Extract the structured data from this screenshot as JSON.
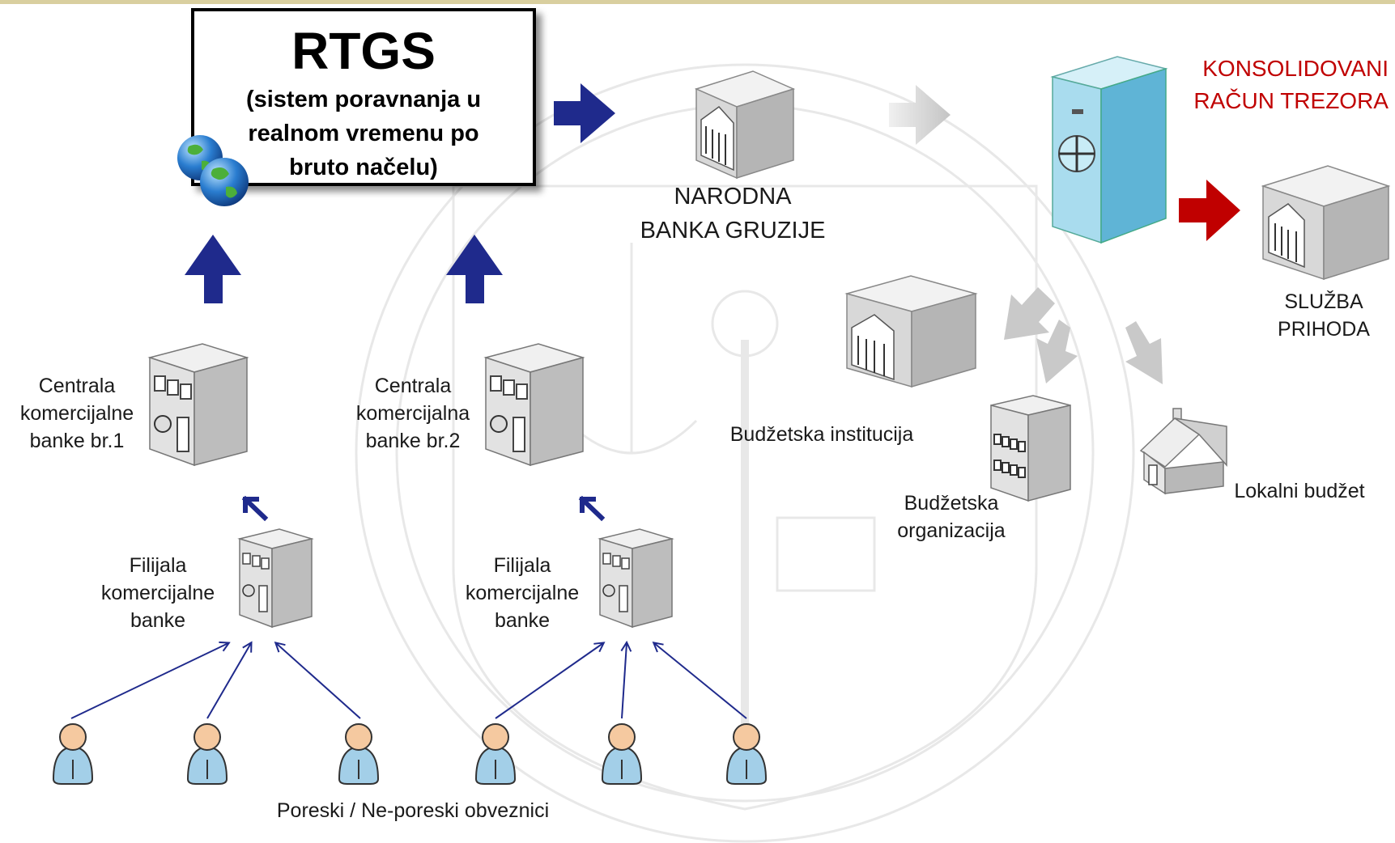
{
  "rtgs": {
    "title": "RTGS",
    "subtitle": "(sistem poravnanja u\nrealnom vremenu po\nbruto načelu)"
  },
  "nodes": {
    "national_bank": "NARODNA\nBANKA GRUZIJE",
    "treasury": "KONSOLIDOVANI\nRAČUN TREZORA",
    "revenue_service": "SLUŽBA\nPRIHODA",
    "hq_bank_1": "Centrala\nkomercijalne\nbanke br.1",
    "hq_bank_2": "Centrala\nkomercijalna\nbanke br.2",
    "branch_1": "Filijala\nkomercijalne\nbanke",
    "branch_2": "Filijala\nkomercijalne\nbanke",
    "budget_institution": "Budžetska institucija",
    "budget_organization": "Budžetska\norganizacija",
    "local_budget": "Lokalni budžet",
    "taxpayers": "Poreski / Ne-poreski obveznici"
  },
  "colors": {
    "flow_arrow": "#1f2a8c",
    "treasury_arrow": "#c00000",
    "distribution_arrow": "#c8c8c8",
    "treasury_label": "#c00000",
    "top_border": "#d9cf9f"
  },
  "icons": {
    "globe": "globe-icon",
    "bank": "bank-building-icon",
    "safe": "vault-icon",
    "office": "office-building-icon",
    "house": "house-icon",
    "person": "person-icon"
  }
}
